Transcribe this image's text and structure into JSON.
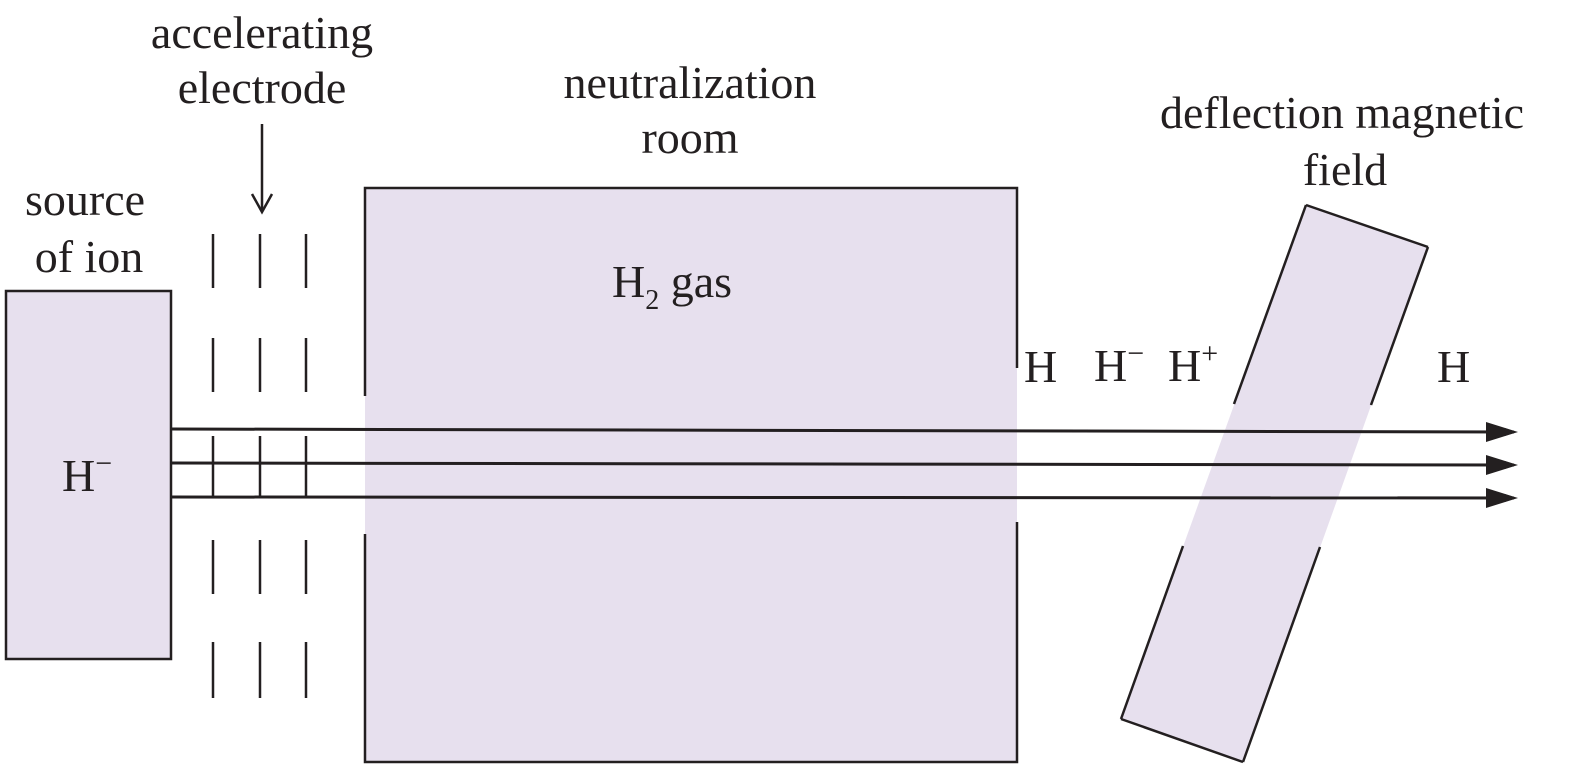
{
  "labels": {
    "accelerating_1": "accelerating",
    "accelerating_2": "electrode",
    "neutralization_1": "neutralization",
    "neutralization_2": "room",
    "deflection_1": "deflection magnetic",
    "deflection_2": "field",
    "source_1": "source",
    "source_2": "of ion",
    "h2_gas_base": "H",
    "h2_gas_sub": "2",
    "h2_gas_rest": " gas",
    "source_ion_base": "H",
    "source_ion_sup": "−",
    "beam_h_left": "H",
    "beam_hminus_base": "H",
    "beam_hminus_sup": "−",
    "beam_hplus_base": "H",
    "beam_hplus_sup": "+",
    "beam_h_right": "H"
  },
  "colors": {
    "fill": "#e7e0ee",
    "ink": "#231f20"
  }
}
